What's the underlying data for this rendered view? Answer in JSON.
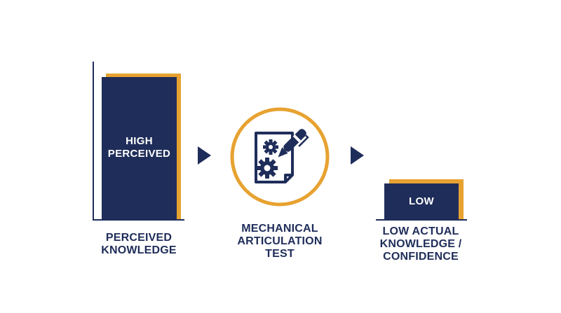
{
  "left_bar": {
    "text_line1": "HIGH",
    "text_line2": "PERCEIVED",
    "label_line1": "PERCEIVED",
    "label_line2": "KNOWLEDGE"
  },
  "middle": {
    "icon": "gear-document-pen-icon",
    "label_line1": "MECHANICAL",
    "label_line2": "ARTICULATION",
    "label_line3": "TEST"
  },
  "right_bar": {
    "text": "LOW",
    "label_line1": "LOW ACTUAL",
    "label_line2": "KNOWLEDGE /",
    "label_line3": "CONFIDENCE"
  },
  "colors": {
    "navy": "#1f2d5a",
    "gold": "#e7a230",
    "background": "#ffffff"
  }
}
